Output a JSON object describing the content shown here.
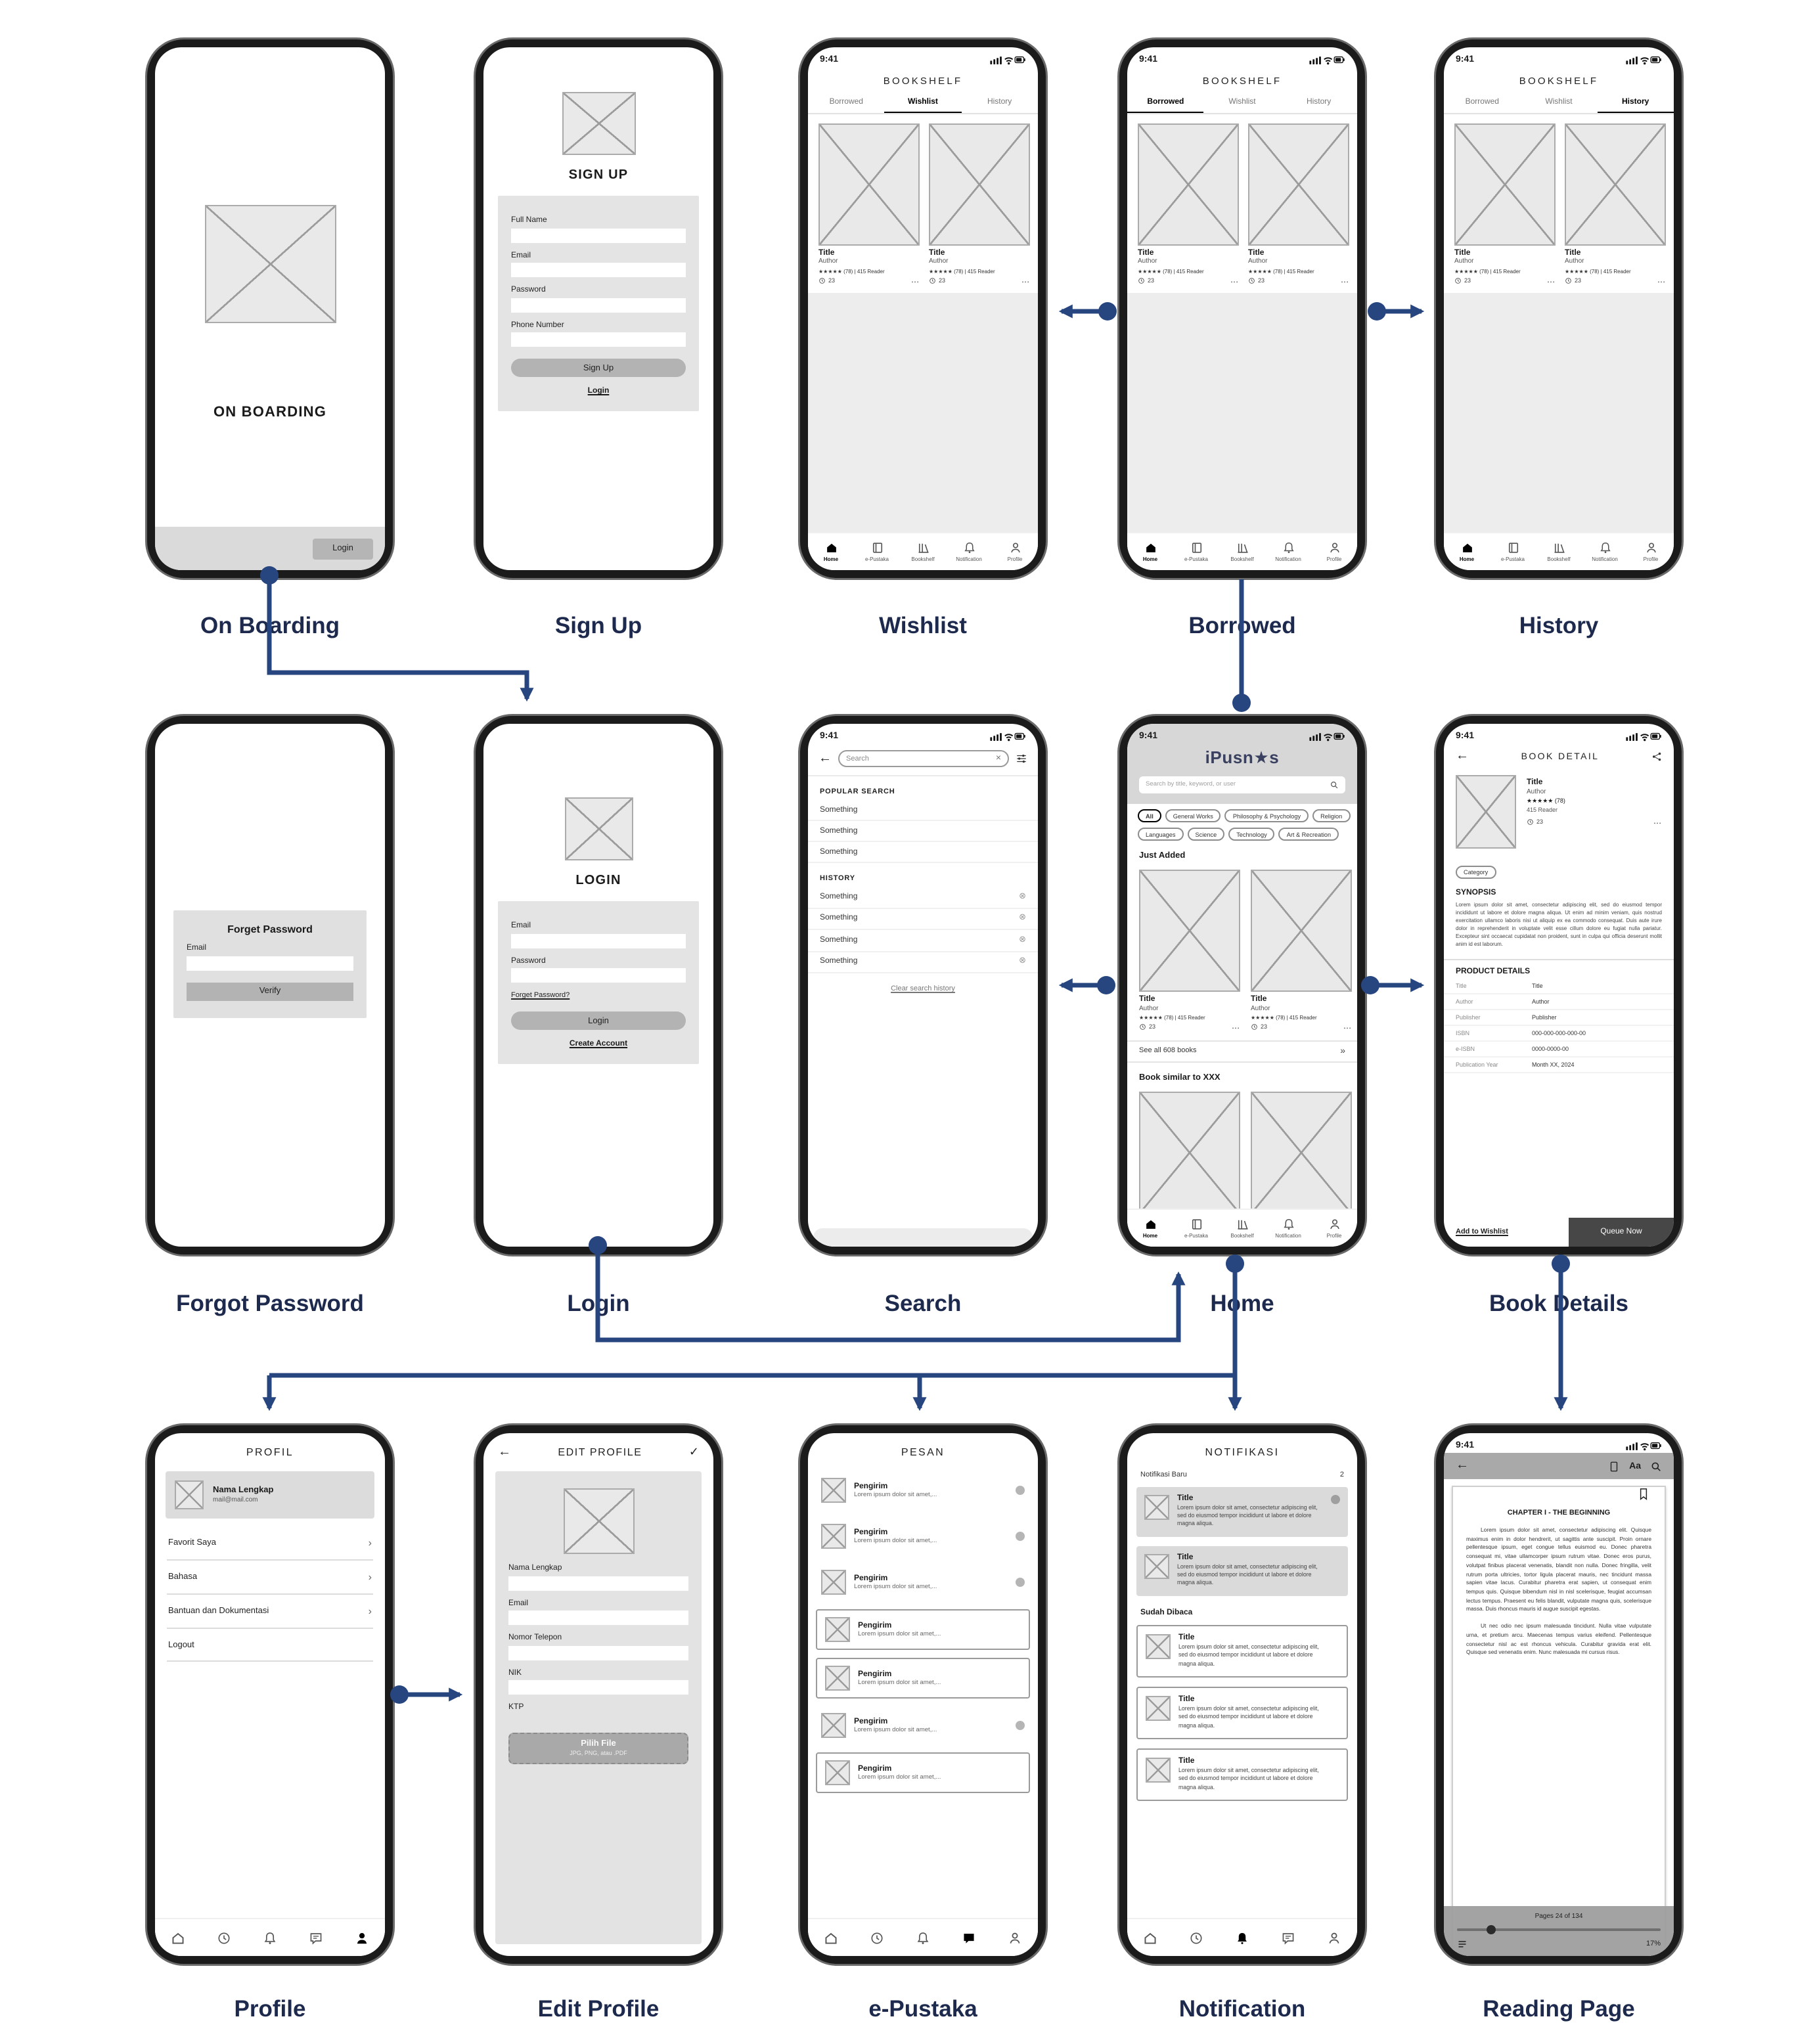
{
  "flow_labels": {
    "onboarding": "On Boarding",
    "signup": "Sign Up",
    "wishlist": "Wishlist",
    "borrowed": "Borrowed",
    "history": "History",
    "forgot": "Forgot Password",
    "login": "Login",
    "search": "Search",
    "home": "Home",
    "bookdetail": "Book Details",
    "profile": "Profile",
    "editprofile": "Edit Profile",
    "epustaka": "e-Pustaka",
    "notification": "Notification",
    "reading": "Reading Page"
  },
  "status_time": "9:41",
  "nav_labels": [
    "Home",
    "e-Pustaka",
    "Bookshelf",
    "Notification",
    "Profile"
  ],
  "glyphs": {
    "back": "←",
    "check": "✓",
    "close": "×",
    "remove": "⊗",
    "chevron": "›",
    "chevrons": "»"
  },
  "book_card": {
    "title": "Title",
    "author": "Author",
    "rating_line": "★★★★★ (78) | 415 Reader",
    "hours": "23",
    "more": "..."
  },
  "bookshelf": {
    "title": "BOOKSHELF",
    "tab1": "Borrowed",
    "tab2": "Wishlist",
    "tab3": "History"
  },
  "screens": {
    "onboarding": {
      "title": "ON BOARDING",
      "login": "Login"
    },
    "signup": {
      "title": "SIGN UP",
      "f1": "Full Name",
      "f2": "Email",
      "f3": "Password",
      "f4": "Phone Number",
      "submit": "Sign Up",
      "login_link": "Login"
    },
    "forgot": {
      "title": "Forget Password",
      "email": "Email",
      "verify": "Verify"
    },
    "login": {
      "title": "LOGIN",
      "email": "Email",
      "password": "Password",
      "forget": "Forget Password?",
      "submit": "Login",
      "create": "Create Account"
    },
    "search": {
      "placeholder": "Search",
      "popular_heading": "POPULAR SEARCH",
      "history_heading": "HISTORY",
      "item": "Something",
      "clear": "Clear search history"
    },
    "home": {
      "logo": "iPusn★s",
      "search_placeholder": "Search by title, keyword, or user",
      "chips1": [
        "All",
        "General Works",
        "Philosophy & Psychology",
        "Religion"
      ],
      "chips2": [
        "Languages",
        "Science",
        "Technology",
        "Art & Recreation"
      ],
      "just_added": "Just Added",
      "see_all": "See all 608 books",
      "similar": "Book similar to XXX"
    },
    "bookdetail": {
      "title": "BOOK DETAIL",
      "stars": "★★★★★ (78)",
      "readers": "415 Reader",
      "category": "Category",
      "synopsis_heading": "SYNOPSIS",
      "synopsis": "Lorem ipsum dolor sit amet, consectetur adipiscing elit, sed do eiusmod tempor incididunt ut labore et dolore magna aliqua. Ut enim ad minim veniam, quis nostrud exercitation ullamco laboris nisi ut aliquip ex ea commodo consequat. Duis aute irure dolor in reprehenderit in voluptate velit esse cillum dolore eu fugiat nulla pariatur. Excepteur sint occaecat cupidatat non proident, sunt in culpa qui officia deserunt mollit anim id est laborum.",
      "product_heading": "PRODUCT DETAILS",
      "details": [
        {
          "label": "Title",
          "value": "Title"
        },
        {
          "label": "Author",
          "value": "Author"
        },
        {
          "label": "Publisher",
          "value": "Publisher"
        },
        {
          "label": "ISBN",
          "value": "000-000-000-000-00"
        },
        {
          "label": "e-ISBN",
          "value": "0000-0000-00"
        },
        {
          "label": "Publication Year",
          "value": "Month XX, 2024"
        }
      ],
      "wishlist_link": "Add to Wishlist",
      "queue": "Queue Now"
    },
    "profile": {
      "title": "PROFIL",
      "name": "Nama Lengkap",
      "email": "mail@mail.com",
      "menu": [
        "Favorit Saya",
        "Bahasa",
        "Bantuan dan Dokumentasi"
      ],
      "logout": "Logout"
    },
    "editprofile": {
      "title": "EDIT PROFILE",
      "f1": "Nama Lengkap",
      "f2": "Email",
      "f3": "Nomor Telepon",
      "f4": "NIK",
      "ktp": "KTP",
      "pick": "Pilih File",
      "types": "JPG, PNG, atau .PDF"
    },
    "epustaka": {
      "title": "PESAN",
      "sender": "Pengirim",
      "preview": "Lorem ipsum dolor sit amet,..."
    },
    "notification": {
      "title": "NOTIFIKASI",
      "new_heading": "Notifikasi Baru",
      "new_count": "2",
      "read_heading": "Sudah Dibaca",
      "card_title": "Title",
      "card_text": "Lorem ipsum dolor sit amet, consectetur adipiscing elit, sed do eiusmod tempor incididunt ut labore et dolore magna aliqua."
    },
    "reading": {
      "chapter": "CHAPTER I - THE BEGINNING",
      "aa": "Aa",
      "para1": "Lorem ipsum dolor sit amet, consectetur adipiscing elit. Quisque maximus enim in dolor hendrerit, ut sagittis ante suscipit. Proin ornare pellentesque ipsum, eget congue tellus euismod eu. Donec pharetra consequat mi, vitae ullamcorper ipsum rutrum vitae. Donec eros purus, volutpat finibus placerat venenatis, blandit non nulla. Donec fringilla, velit rutrum porta ultricies, tortor ligula placerat mauris, nec tincidunt massa sapien vitae lacus. Curabitur pharetra erat sapien, ut consequat enim tempus quis. Quisque bibendum nisl in nisl scelerisque, feugiat accumsan lectus tempus. Praesent eu felis blandit, vulputate magna quis, scelerisque massa. Duis rhoncus mauris id augue suscipit egestas.",
      "para2": "Ut nec odio nec ipsum malesuada tincidunt. Nulla vitae vulputate urna, et pretium arcu. Maecenas tempus varius eleifend. Pellentesque consectetur nisl ac est rhoncus vehicula. Curabitur gravida erat elit. Quisque sed venenatis enim. Nunc malesuada mi cursus risus.",
      "pages": "Pages 24 of 134",
      "percent": "17%"
    }
  }
}
